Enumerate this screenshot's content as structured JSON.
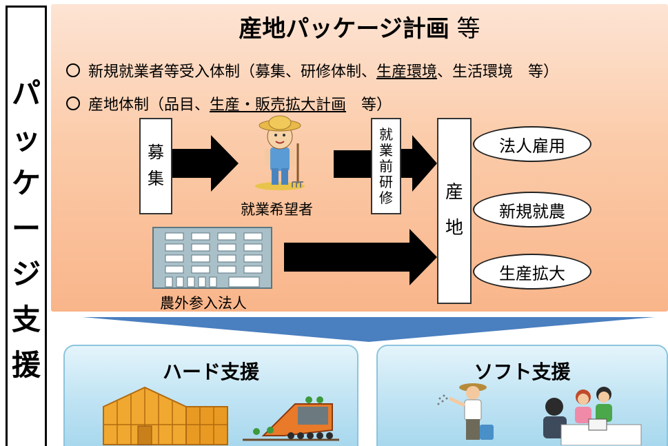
{
  "side_label": [
    "パ",
    "ッ",
    "ケ",
    "ー",
    "ジ",
    "支",
    "援"
  ],
  "title": {
    "main": "産地パッケージ計画",
    "suffix": " 等"
  },
  "line1": {
    "pre": "新規就業者等受入体制（募集、研修体制、",
    "underlined": "生産環境",
    "post": "、生活環境　等）"
  },
  "line2": {
    "pre": "産地体制（品目、",
    "underlined": "生産・販売拡大計画",
    "post": "　等）"
  },
  "recruit_box": [
    "募",
    "集"
  ],
  "training_box": [
    "就",
    "業",
    "前",
    "研",
    "修"
  ],
  "region_box": [
    "産",
    "地"
  ],
  "jobseeker_label": "就業希望者",
  "corporation_label": "農外参入法人",
  "outcomes": [
    "法人雇用",
    "新規就農",
    "生産拡大"
  ],
  "hard_support": "ハード支援",
  "soft_support": "ソフト支援",
  "colors": {
    "panel_top": "#fde4d4",
    "panel_bottom": "#f9b58a",
    "card_blue": "#bfe3f3",
    "chevron_blue": "#4a7fc0"
  }
}
